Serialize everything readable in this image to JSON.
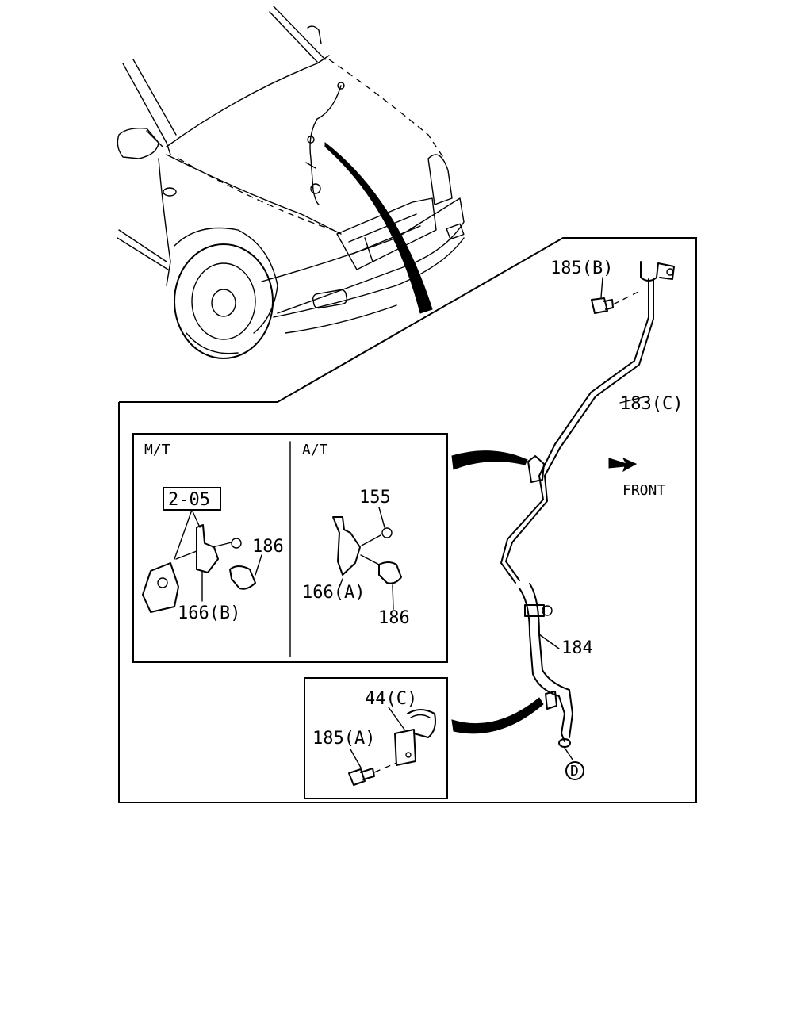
{
  "labels": {
    "bolt_b": "185(B)",
    "pipe_c": "183(C)",
    "front": "FRONT",
    "hose": "184",
    "connector_d": "D",
    "mt": "M/T",
    "at": "A/T",
    "ref": "2-05",
    "nut_mt": "186",
    "valve_b": "166(B)",
    "nut_155": "155",
    "valve_a": "166(A)",
    "clip_at": "186",
    "clip_c": "44(C)",
    "bolt_a": "185(A)"
  }
}
